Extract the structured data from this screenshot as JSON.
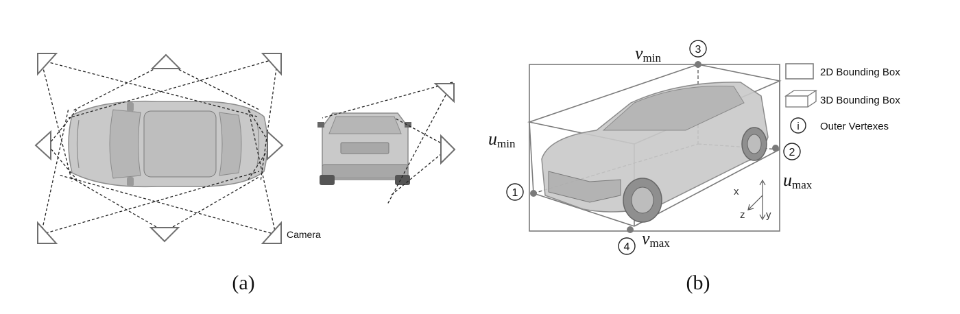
{
  "panel_a": {
    "camera_label": "Camera",
    "caption": "(a)"
  },
  "panel_b": {
    "labels": {
      "v_min": "v",
      "v_min_sub": "min",
      "v_max": "v",
      "v_max_sub": "max",
      "u_min": "u",
      "u_min_sub": "min",
      "u_max": "u",
      "u_max_sub": "max"
    },
    "vertex_numbers": [
      "1",
      "2",
      "3",
      "4"
    ],
    "axes": {
      "x": "x",
      "y": "y",
      "z": "z"
    },
    "legend": {
      "bbox_2d": "2D Bounding Box",
      "bbox_3d": "3D Bounding Box",
      "vertex_symbol": "i",
      "outer_vertexes": "Outer Vertexes"
    },
    "caption": "(b)"
  }
}
